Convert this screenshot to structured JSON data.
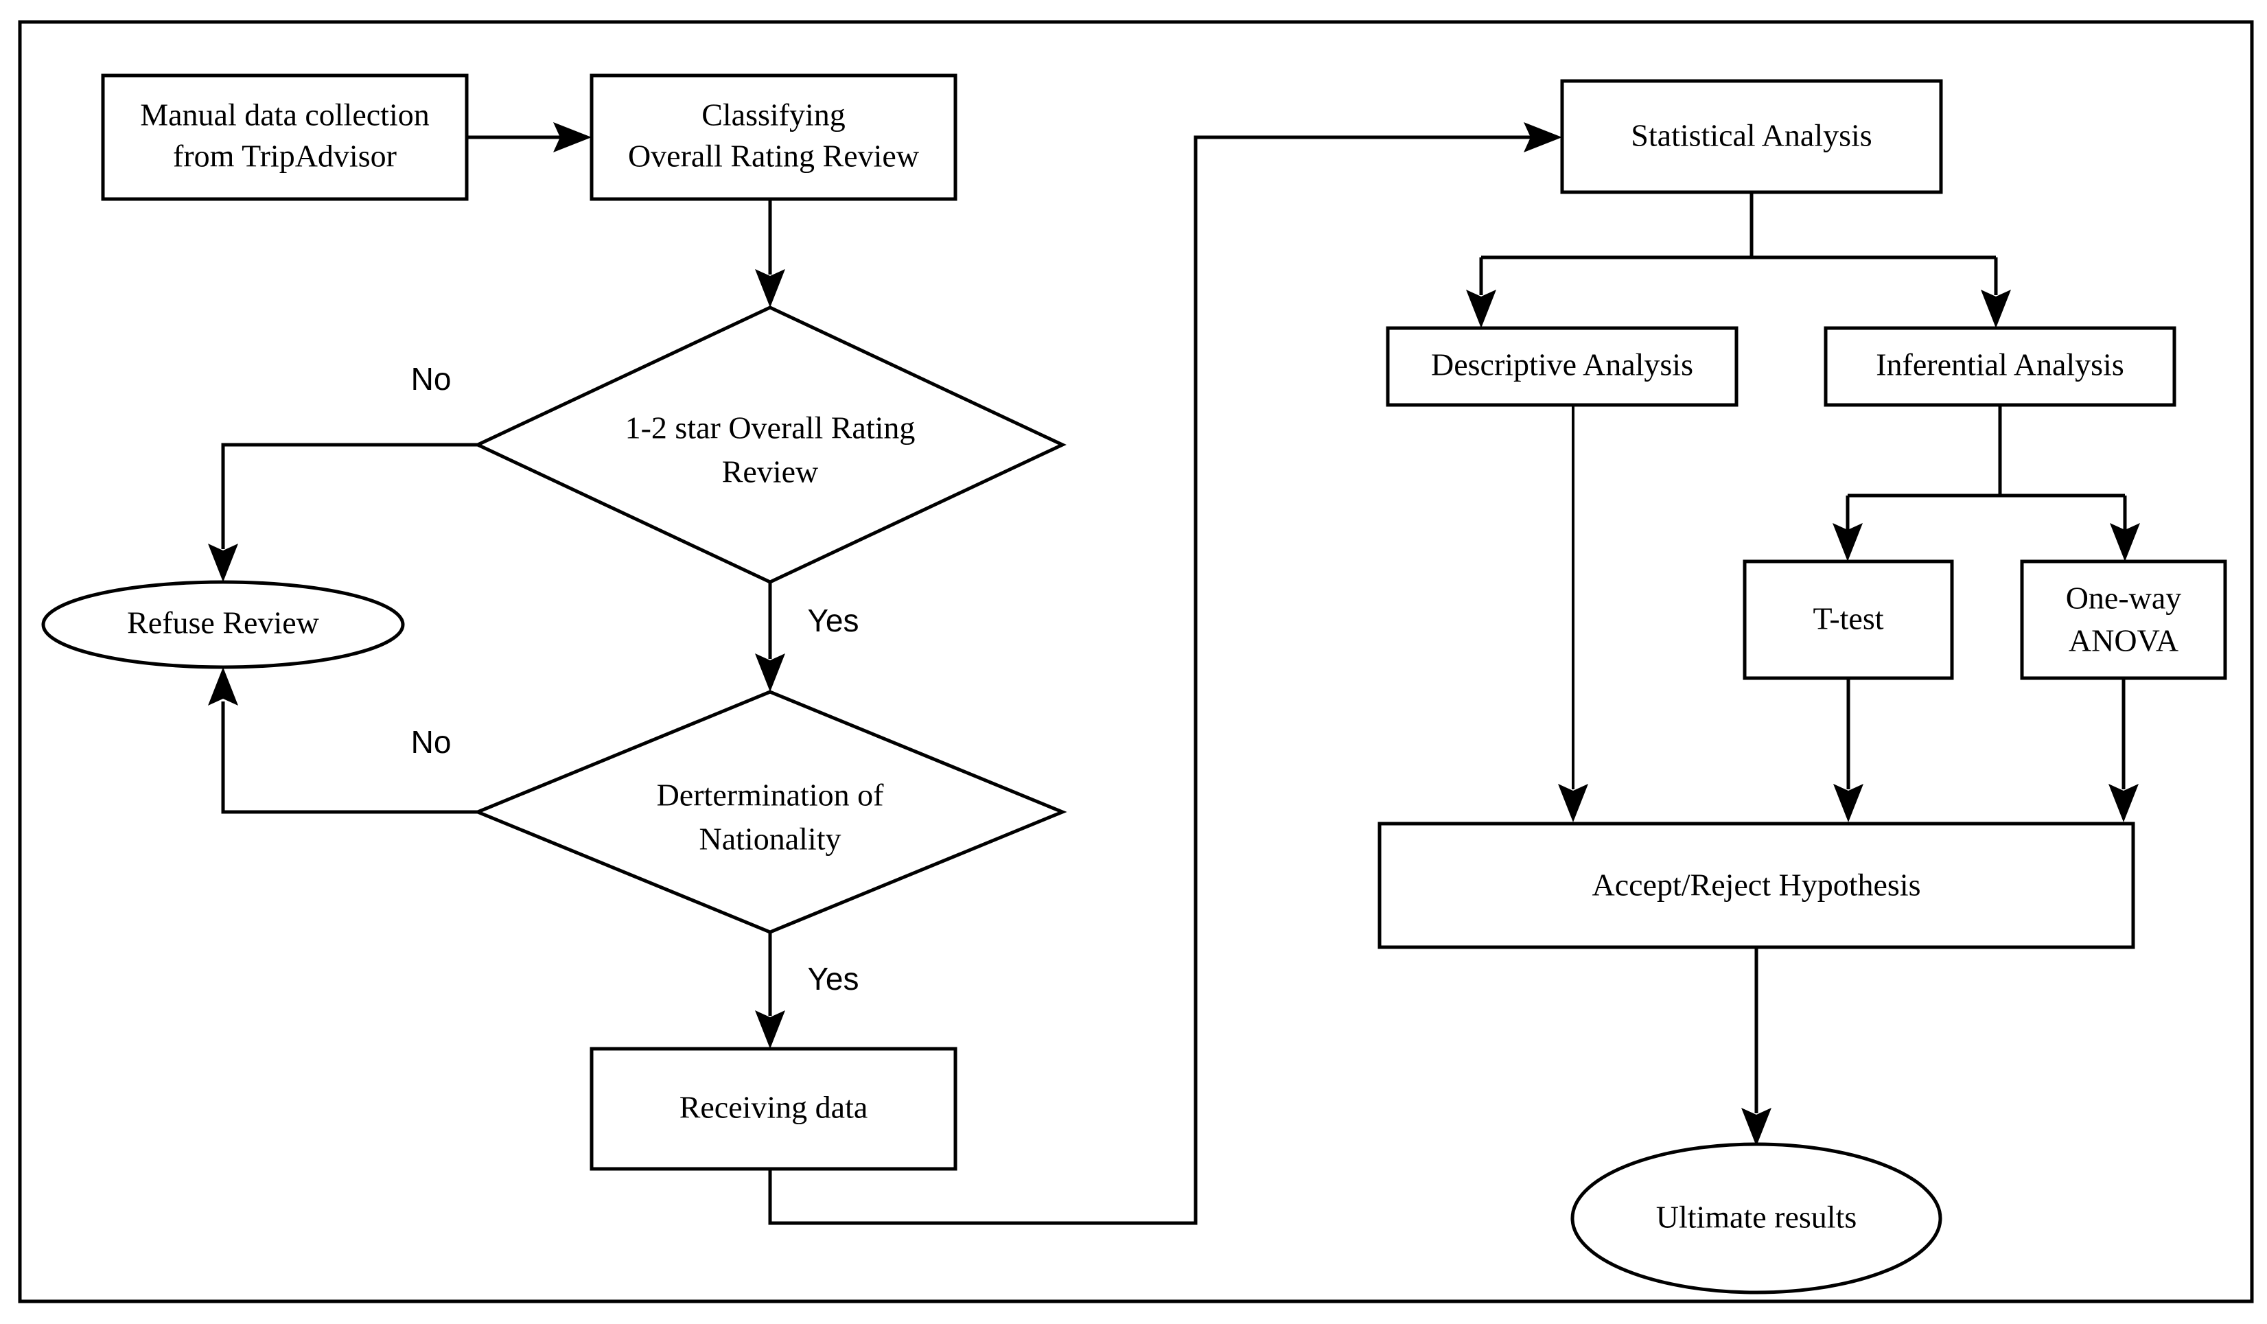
{
  "diagram": {
    "title": "Research methodology flowchart",
    "type": "flowchart",
    "frame": {
      "stroke_color": "#000000",
      "fill_color": "#ffffff"
    },
    "nodes": [
      {
        "id": "manual-data-collection",
        "shape": "rectangle",
        "lines": [
          "Manual data collection",
          "from TripAdvisor"
        ]
      },
      {
        "id": "classifying-overall-rating-review",
        "shape": "rectangle",
        "lines": [
          "Classifying",
          "Overall Rating Review"
        ]
      },
      {
        "id": "decision-star-rating",
        "shape": "diamond",
        "lines": [
          "1-2 star Overall Rating",
          "Review"
        ]
      },
      {
        "id": "refuse-review",
        "shape": "ellipse",
        "lines": [
          "Refuse Review"
        ]
      },
      {
        "id": "decision-nationality",
        "shape": "diamond",
        "lines": [
          "Dertermination of",
          "Nationality"
        ]
      },
      {
        "id": "receiving-data",
        "shape": "rectangle",
        "lines": [
          "Receiving data"
        ]
      },
      {
        "id": "statistical-analysis",
        "shape": "rectangle",
        "lines": [
          "Statistical Analysis"
        ]
      },
      {
        "id": "descriptive-analysis",
        "shape": "rectangle",
        "lines": [
          "Descriptive Analysis"
        ]
      },
      {
        "id": "inferential-analysis",
        "shape": "rectangle",
        "lines": [
          "Inferential Analysis"
        ]
      },
      {
        "id": "t-test",
        "shape": "rectangle",
        "lines": [
          "T-test"
        ]
      },
      {
        "id": "one-way-anova",
        "shape": "rectangle",
        "lines": [
          "One-way",
          "ANOVA"
        ]
      },
      {
        "id": "accept-reject-hypothesis",
        "shape": "rectangle",
        "lines": [
          "Accept/Reject Hypothesis"
        ]
      },
      {
        "id": "ultimate-results",
        "shape": "ellipse",
        "lines": [
          "Ultimate results"
        ]
      }
    ],
    "edge_labels": {
      "star_no": "No",
      "star_yes": "Yes",
      "nationality_no": "No",
      "nationality_yes": "Yes"
    },
    "edges": [
      {
        "from": "manual-data-collection",
        "to": "classifying-overall-rating-review",
        "label": ""
      },
      {
        "from": "classifying-overall-rating-review",
        "to": "decision-star-rating",
        "label": ""
      },
      {
        "from": "decision-star-rating",
        "to": "refuse-review",
        "label": "No"
      },
      {
        "from": "decision-star-rating",
        "to": "decision-nationality",
        "label": "Yes"
      },
      {
        "from": "decision-nationality",
        "to": "refuse-review",
        "label": "No"
      },
      {
        "from": "decision-nationality",
        "to": "receiving-data",
        "label": "Yes"
      },
      {
        "from": "receiving-data",
        "to": "statistical-analysis",
        "label": ""
      },
      {
        "from": "statistical-analysis",
        "to": "descriptive-analysis",
        "label": ""
      },
      {
        "from": "statistical-analysis",
        "to": "inferential-analysis",
        "label": ""
      },
      {
        "from": "inferential-analysis",
        "to": "t-test",
        "label": ""
      },
      {
        "from": "inferential-analysis",
        "to": "one-way-anova",
        "label": ""
      },
      {
        "from": "descriptive-analysis",
        "to": "accept-reject-hypothesis",
        "label": ""
      },
      {
        "from": "t-test",
        "to": "accept-reject-hypothesis",
        "label": ""
      },
      {
        "from": "one-way-anova",
        "to": "accept-reject-hypothesis",
        "label": ""
      },
      {
        "from": "accept-reject-hypothesis",
        "to": "ultimate-results",
        "label": ""
      }
    ]
  },
  "labels": {
    "manual_line1": "Manual data collection",
    "manual_line2": "from TripAdvisor",
    "classifying_line1": "Classifying",
    "classifying_line2": "Overall Rating Review",
    "star_line1": "1-2 star Overall Rating",
    "star_line2": "Review",
    "refuse_review": "Refuse Review",
    "nationality_line1": "Dertermination of",
    "nationality_line2": "Nationality",
    "receiving_data": "Receiving data",
    "statistical_analysis": "Statistical Analysis",
    "descriptive_analysis": "Descriptive Analysis",
    "inferential_analysis": "Inferential Analysis",
    "t_test": "T-test",
    "anova_line1": "One-way",
    "anova_line2": "ANOVA",
    "accept_reject": "Accept/Reject Hypothesis",
    "ultimate_results": "Ultimate results",
    "no_1": "No",
    "yes_1": "Yes",
    "no_2": "No",
    "yes_2": "Yes"
  }
}
